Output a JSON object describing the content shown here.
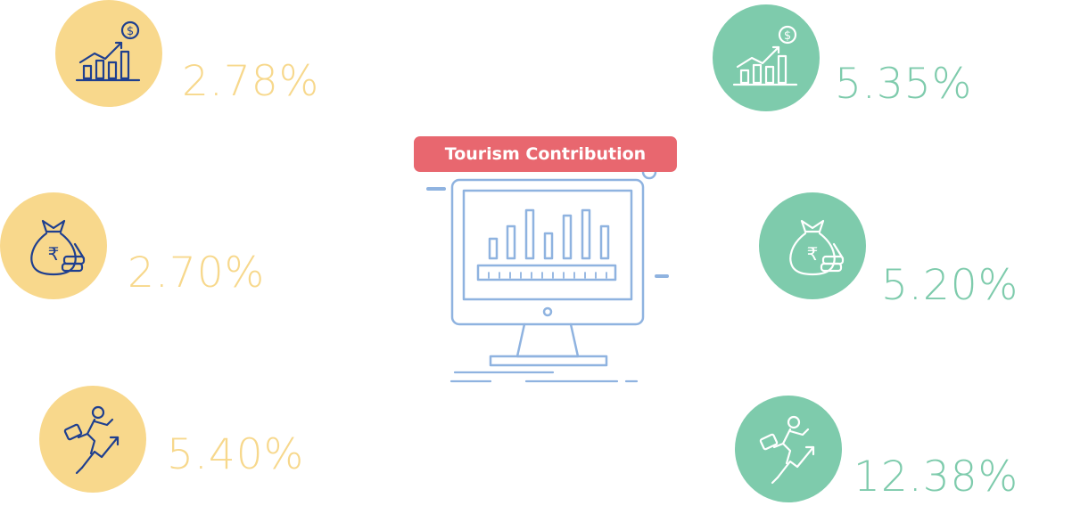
{
  "center": {
    "title": "Tourism Contribution",
    "icon": "monitor-bar-chart-icon"
  },
  "left_items": [
    {
      "icon": "growth-chart-dollar-icon",
      "value": "2.78%"
    },
    {
      "icon": "rupee-money-bag-icon",
      "value": "2.70%"
    },
    {
      "icon": "businessman-climbing-arrow-icon",
      "value": "5.40%"
    }
  ],
  "right_items": [
    {
      "icon": "growth-chart-dollar-icon",
      "value": "5.35%"
    },
    {
      "icon": "rupee-money-bag-icon",
      "value": "5.20%"
    },
    {
      "icon": "businessman-climbing-arrow-icon",
      "value": "12.38%"
    }
  ],
  "colors": {
    "yellow": "#f8d88c",
    "green": "#7ecbac",
    "badge": "#e8676f",
    "monitor_stroke": "#8fb3e0",
    "icon_stroke_dark": "#1f3f8f",
    "icon_stroke_light": "#ffffff"
  }
}
